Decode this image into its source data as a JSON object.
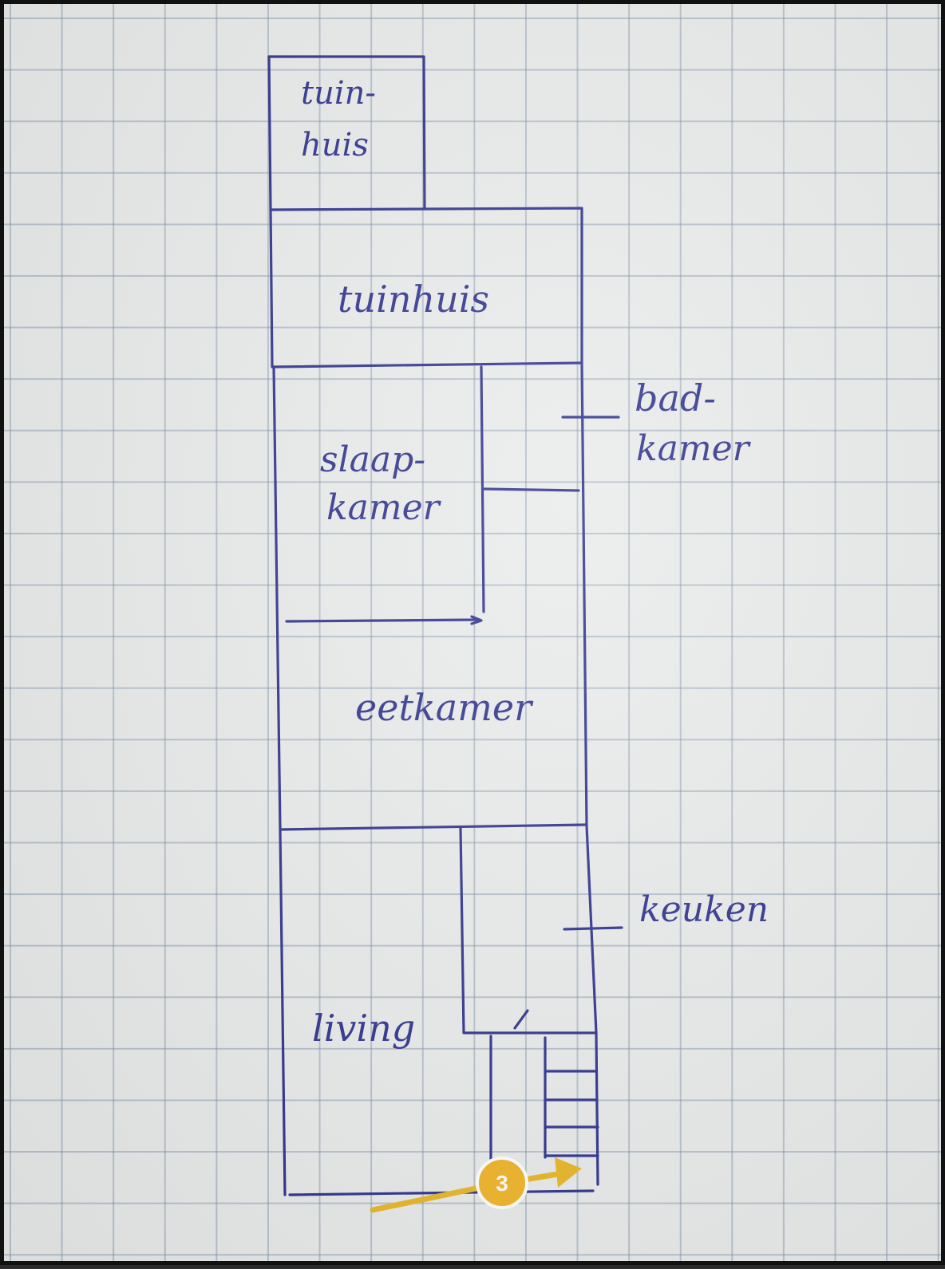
{
  "labels": {
    "tuinhuis_small_line1": "tuin-",
    "tuinhuis_small_line2": "huis",
    "tuinhuis_large": "tuinhuis",
    "slaapkamer_line1": "slaap-",
    "slaapkamer_line2": "kamer",
    "badkamer_line1": "bad-",
    "badkamer_line2": "kamer",
    "eetkamer": "eetkamer",
    "keuken": "keuken",
    "living": "living"
  },
  "annotation": {
    "badge_number": "3",
    "badge_color": "#f0b323",
    "arrow_color": "#e8b622"
  },
  "colors": {
    "ink": "#2b2f8a",
    "paper": "#e9ebeb",
    "grid": "#8c9fb0"
  }
}
